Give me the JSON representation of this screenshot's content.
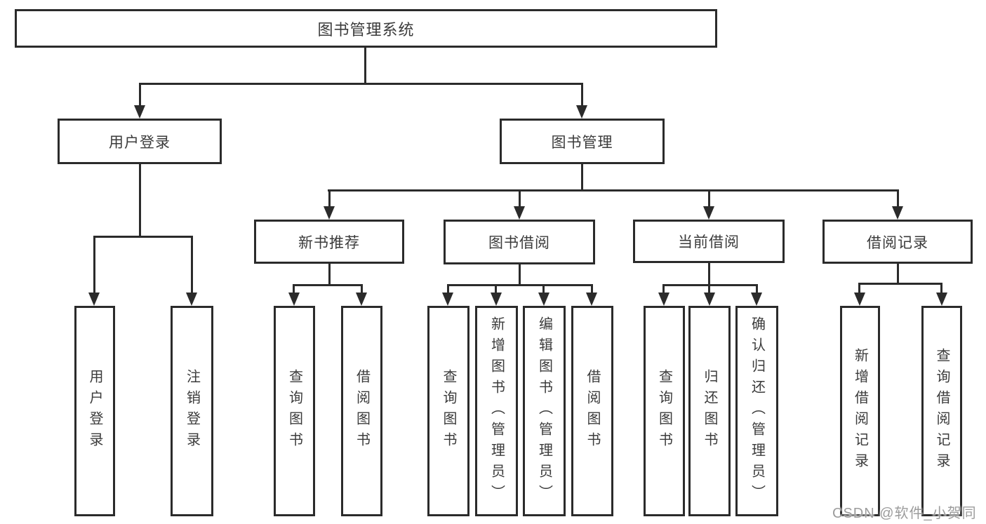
{
  "tree": {
    "root": "图书管理系统",
    "children": [
      {
        "label": "用户登录",
        "children": [
          {
            "label": "用户登录"
          },
          {
            "label": "注销登录"
          }
        ]
      },
      {
        "label": "图书管理",
        "children": [
          {
            "label": "新书推荐",
            "children": [
              {
                "label": "查询图书"
              },
              {
                "label": "借阅图书"
              }
            ]
          },
          {
            "label": "图书借阅",
            "children": [
              {
                "label": "查询图书"
              },
              {
                "label": "新增图书（管理员）"
              },
              {
                "label": "编辑图书（管理员）"
              },
              {
                "label": "借阅图书"
              }
            ]
          },
          {
            "label": "当前借阅",
            "children": [
              {
                "label": "查询图书"
              },
              {
                "label": "归还图书"
              },
              {
                "label": "确认归还（管理员）"
              }
            ]
          },
          {
            "label": "借阅记录",
            "children": [
              {
                "label": "新增借阅记录"
              },
              {
                "label": "查询借阅记录"
              }
            ]
          }
        ]
      }
    ]
  },
  "watermark": {
    "text": "CSDN @软件_小贺同学"
  },
  "colors": {
    "line": "#2b2b2b",
    "box_background": "#ffffff",
    "text": "#3b3b3b",
    "watermark": "#9c9c9c",
    "page_background": "#ffffff"
  }
}
